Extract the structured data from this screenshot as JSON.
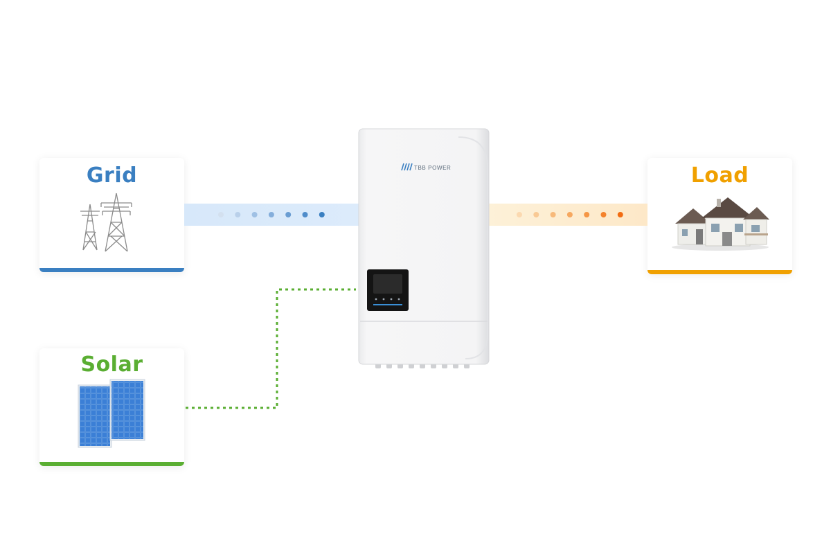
{
  "grid": {
    "label": "Grid",
    "color": "#3a7fc1",
    "icon": "power-tower-icon"
  },
  "solar": {
    "label": "Solar",
    "color": "#5aae32",
    "icon": "solar-panel-icon"
  },
  "load": {
    "label": "Load",
    "color": "#f0a000",
    "icon": "house-icon"
  },
  "inverter": {
    "brand": "TBB POWER",
    "icon": "inverter-device-icon"
  },
  "flows": {
    "grid_to_inverter": {
      "style": "dots",
      "colors": [
        "#d3e0ef",
        "#b9d0ea",
        "#9fc0e4",
        "#84aedb",
        "#6a9dd2",
        "#4f8cca",
        "#3a7fc1"
      ]
    },
    "inverter_to_load": {
      "style": "dots",
      "colors": [
        "#fbd9b0",
        "#f9c994",
        "#f7b97a",
        "#f6a860",
        "#f59645",
        "#f4822c",
        "#f26c12"
      ]
    },
    "solar_to_inverter": {
      "style": "dashed",
      "color": "#5aae32"
    }
  }
}
